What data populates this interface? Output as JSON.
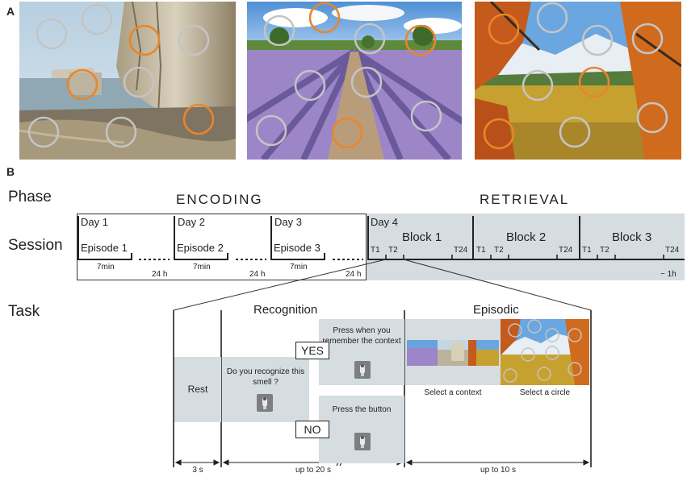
{
  "panel_a": {
    "letter": "A"
  },
  "panel_b": {
    "letter": "B"
  },
  "labels": {
    "phase": "Phase",
    "session": "Session",
    "task": "Task"
  },
  "phases": {
    "encoding": "ENCODING",
    "retrieval": "RETRIEVAL"
  },
  "days": [
    "Day 1",
    "Day 2",
    "Day 3",
    "Day 4"
  ],
  "episodes": [
    "Episode 1",
    "Episode 2",
    "Episode 3"
  ],
  "episode_duration": "7min",
  "interval": "24 h",
  "retrieval_duration": "~ 1h",
  "blocks": [
    "Block 1",
    "Block 2",
    "Block 3"
  ],
  "trials": {
    "first": "T1",
    "second": "T2",
    "last": "T24"
  },
  "task": {
    "rest": "Rest",
    "recognition_title": "Recognition",
    "episodic_title": "Episodic",
    "question": "Do you recognize this smell ?",
    "yes": "YES",
    "no": "NO",
    "yes_instruction": "Press when you remember the context",
    "no_instruction": "Press the button",
    "select_context": "Select a context",
    "select_circle": "Select a circle",
    "time_rest": "3 s",
    "time_recognition": "up to 20 s",
    "time_episodic": "up to 10 s"
  },
  "colors": {
    "target_circle": "#e8862b",
    "distractor_circle": "#c4c4c4",
    "gray_box": "#d6dde1"
  },
  "icons": [
    "button-press-icon"
  ]
}
